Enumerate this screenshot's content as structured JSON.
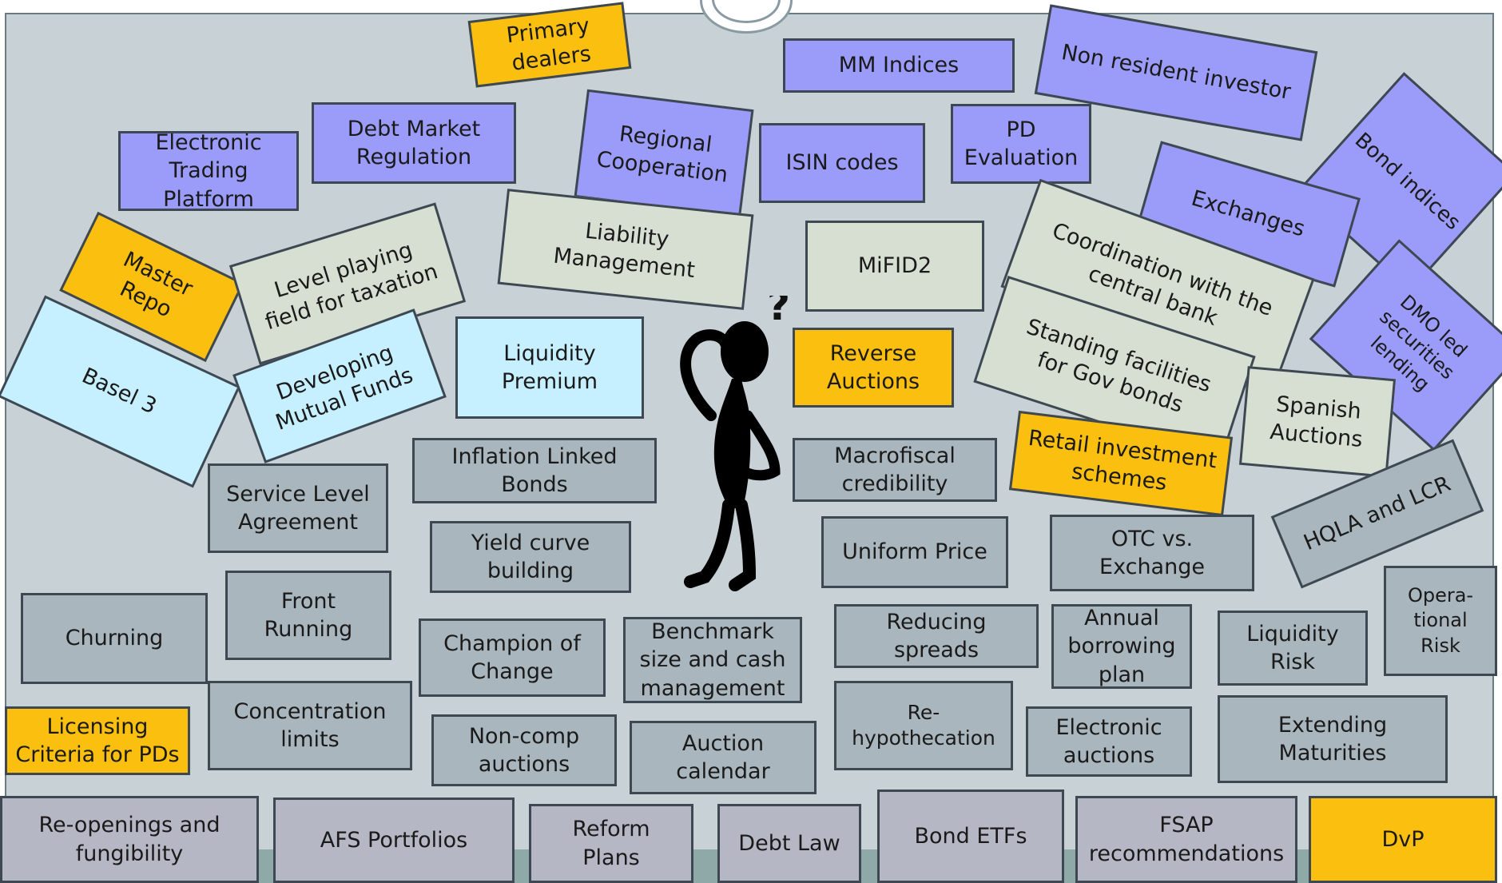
{
  "colors": {
    "purple": "#9b9bfa",
    "orange": "#fbbf0f",
    "sage": "#d7dfd2",
    "cyan": "#c6efff",
    "steel": "#a9b6bd",
    "silver": "#b5b7c5",
    "board": "#c7d1d6"
  },
  "figure_icon": "thinking-person-icon",
  "figure_mark": "?",
  "boxes": [
    {
      "id": "primary-dealers",
      "text": "Primary\ndealers",
      "color": "orange"
    },
    {
      "id": "mm-indices",
      "text": "MM Indices",
      "color": "purple"
    },
    {
      "id": "non-resident-investor",
      "text": "Non resident investor",
      "color": "purple"
    },
    {
      "id": "bond-indices",
      "text": "Bond indices",
      "color": "purple"
    },
    {
      "id": "electronic-trading-platform",
      "text": "Electronic\nTrading\nPlatform",
      "color": "purple"
    },
    {
      "id": "debt-market-regulation",
      "text": "Debt Market\nRegulation",
      "color": "purple"
    },
    {
      "id": "regional-cooperation",
      "text": "Regional\nCooperation",
      "color": "purple"
    },
    {
      "id": "isin-codes",
      "text": "ISIN codes",
      "color": "purple"
    },
    {
      "id": "pd-evaluation",
      "text": "PD\nEvaluation",
      "color": "purple"
    },
    {
      "id": "exchanges",
      "text": "Exchanges",
      "color": "purple"
    },
    {
      "id": "dmo-led-securities-lending",
      "text": "DMO led\nsecurities\nlending",
      "color": "purple"
    },
    {
      "id": "master-repo",
      "text": "Master\nRepo",
      "color": "orange"
    },
    {
      "id": "level-playing-field",
      "text": "Level playing\nfield for taxation",
      "color": "sage"
    },
    {
      "id": "liability-management",
      "text": "Liability\nManagement",
      "color": "sage"
    },
    {
      "id": "mifid2",
      "text": "MiFID2",
      "color": "sage"
    },
    {
      "id": "coordination-central-bank",
      "text": "Coordination with the\ncentral bank",
      "color": "sage"
    },
    {
      "id": "basel-3",
      "text": "Basel 3",
      "color": "cyan"
    },
    {
      "id": "developing-mutual-funds",
      "text": "Developing\nMutual Funds",
      "color": "cyan"
    },
    {
      "id": "liquidity-premium",
      "text": "Liquidity\nPremium",
      "color": "cyan"
    },
    {
      "id": "reverse-auctions",
      "text": "Reverse\nAuctions",
      "color": "orange"
    },
    {
      "id": "standing-facilities",
      "text": "Standing facilities\nfor Gov bonds",
      "color": "sage"
    },
    {
      "id": "spanish-auctions",
      "text": "Spanish\nAuctions",
      "color": "sage"
    },
    {
      "id": "retail-investment-schemes",
      "text": "Retail investment\nschemes",
      "color": "orange"
    },
    {
      "id": "hqla-and-lcr",
      "text": "HQLA and LCR",
      "color": "steel"
    },
    {
      "id": "inflation-linked-bonds",
      "text": "Inflation Linked\nBonds",
      "color": "steel"
    },
    {
      "id": "macrofiscal-credibility",
      "text": "Macrofiscal\ncredibility",
      "color": "steel"
    },
    {
      "id": "service-level-agreement",
      "text": "Service Level\nAgreement",
      "color": "steel"
    },
    {
      "id": "yield-curve-building",
      "text": "Yield curve\nbuilding",
      "color": "steel"
    },
    {
      "id": "uniform-price",
      "text": "Uniform Price",
      "color": "steel"
    },
    {
      "id": "otc-vs-exchange",
      "text": "OTC vs.\nExchange",
      "color": "steel"
    },
    {
      "id": "operational-risk",
      "text": "Opera-\ntional\nRisk",
      "color": "steel"
    },
    {
      "id": "churning",
      "text": "Churning",
      "color": "steel"
    },
    {
      "id": "front-running",
      "text": "Front\nRunning",
      "color": "steel"
    },
    {
      "id": "champion-of-change",
      "text": "Champion of\nChange",
      "color": "steel"
    },
    {
      "id": "benchmark-size",
      "text": "Benchmark\nsize and cash\nmanagement",
      "color": "steel"
    },
    {
      "id": "reducing-spreads",
      "text": "Reducing\nspreads",
      "color": "steel"
    },
    {
      "id": "annual-borrowing-plan",
      "text": "Annual\nborrowing\nplan",
      "color": "steel"
    },
    {
      "id": "liquidity-risk",
      "text": "Liquidity\nRisk",
      "color": "steel"
    },
    {
      "id": "licensing-criteria",
      "text": "Licensing\nCriteria for PDs",
      "color": "orange"
    },
    {
      "id": "concentration-limits",
      "text": "Concentration\nlimits",
      "color": "steel"
    },
    {
      "id": "non-comp-auctions",
      "text": "Non-comp\nauctions",
      "color": "steel"
    },
    {
      "id": "auction-calendar",
      "text": "Auction\ncalendar",
      "color": "steel"
    },
    {
      "id": "re-hypothecation",
      "text": "Re-\nhypothecation",
      "color": "steel"
    },
    {
      "id": "electronic-auctions",
      "text": "Electronic\nauctions",
      "color": "steel"
    },
    {
      "id": "extending-maturities",
      "text": "Extending\nMaturities",
      "color": "steel"
    },
    {
      "id": "re-openings",
      "text": "Re-openings and\nfungibility",
      "color": "silver"
    },
    {
      "id": "afs-portfolios",
      "text": "AFS Portfolios",
      "color": "silver"
    },
    {
      "id": "reform-plans",
      "text": "Reform\nPlans",
      "color": "silver"
    },
    {
      "id": "debt-law",
      "text": "Debt Law",
      "color": "silver"
    },
    {
      "id": "bond-etfs",
      "text": "Bond ETFs",
      "color": "silver"
    },
    {
      "id": "fsap-recommendations",
      "text": "FSAP\nrecommendations",
      "color": "silver"
    },
    {
      "id": "dvp",
      "text": "DvP",
      "color": "orange"
    }
  ]
}
